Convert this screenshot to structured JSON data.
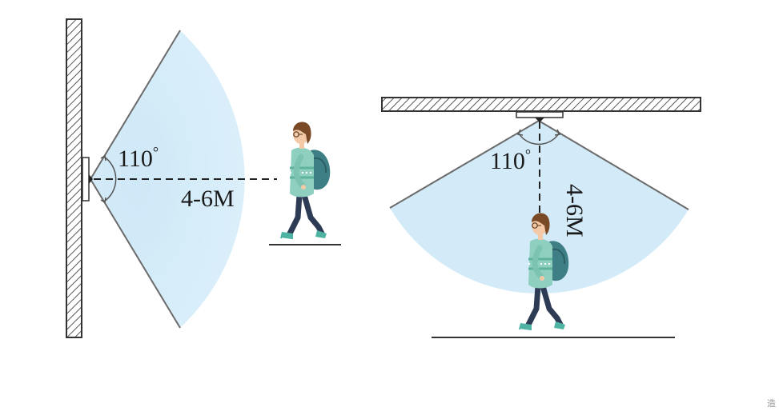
{
  "wall_mount": {
    "angle_label": "110",
    "distance_label": "4-6M"
  },
  "ceiling_mount": {
    "angle_label": "110",
    "distance_label": "4-6M"
  },
  "degree_symbol": "°",
  "corner_mark": "造",
  "colors": {
    "detection_fill": "#d3ebf8",
    "detection_edge": "#6b6b6b",
    "hatch_stroke": "#444444",
    "shirt": "#8fcfbf",
    "backpack": "#3e7f86",
    "pants": "#2e3b55",
    "hair": "#7a4a26",
    "skin": "#f3c9a8"
  },
  "icons": [
    "wall-icon",
    "ceiling-icon",
    "sensor-icon",
    "person-icon"
  ]
}
